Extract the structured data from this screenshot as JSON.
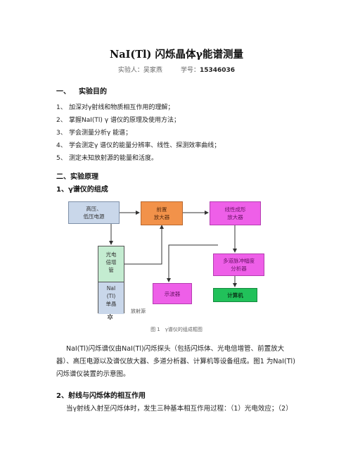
{
  "title": "NaI(Tl) 闪烁晶体γ能谱测量",
  "author": {
    "label": "实验人：吴家燕",
    "id_label": "学号：",
    "id_value": "15346036"
  },
  "section1": {
    "num": "一、",
    "heading": "实验目的",
    "items": [
      {
        "num": "1、",
        "text": "加深对γ射线和物质相互作用的理解；"
      },
      {
        "num": "2、",
        "text": "掌握NaI(Tl) γ 谱仪的原理及使用方法；"
      },
      {
        "num": "3、",
        "text": "学会测量分析γ 能谱；"
      },
      {
        "num": "4、",
        "text": "学会测定γ 谱仪的能量分辨率、线性、探测效率曲线；"
      },
      {
        "num": "5、",
        "text": "测定未知放射源的能量和活度。"
      }
    ]
  },
  "section2": {
    "heading": "二、实验原理",
    "sub1": "1、γ谱仪的组成",
    "diagram": {
      "hv_line1": "高压、",
      "hv_line2": "低压电源",
      "preamp_line1": "前置",
      "preamp_line2": "放大器",
      "linamp_line1": "线性成形",
      "linamp_line2": "放大器",
      "pmt_line1": "光电",
      "pmt_line2": "倍增",
      "pmt_line3": "管",
      "nai_line1": "NaI",
      "nai_line2": "(Tl)",
      "nai_line3": "单晶",
      "mca_line1": "多道脉冲幅度",
      "mca_line2": "分析器",
      "scope": "示波器",
      "computer": "计算机",
      "source": "放射源",
      "source_symbol": "✲"
    },
    "caption": "图 1　γ谱仪的组成框图",
    "para1_line1": "NaI(Tl)闪烁谱仪由NaI(Tl)闪烁探头（包括闪烁体、光电倍增管、前置放大",
    "para1_line2": "器）、高压电源以及谱仪放大器、多道分析器、计算机等设备组成。图1  为NaI(Tl)",
    "para1_line3": "闪烁谱仪装置的示意图。",
    "sub2": "2、射线与闪烁体的相互作用",
    "para2_line1": "当γ射线入射至闪烁体时，发生三种基本相互作用过程：（1）光电效应；（2）"
  },
  "colors": {
    "blue": "#c9d7ea",
    "orange": "#f2924a",
    "magenta": "#ee5fe8",
    "green": "#21c15a",
    "pmt": "#c4ecd1"
  }
}
